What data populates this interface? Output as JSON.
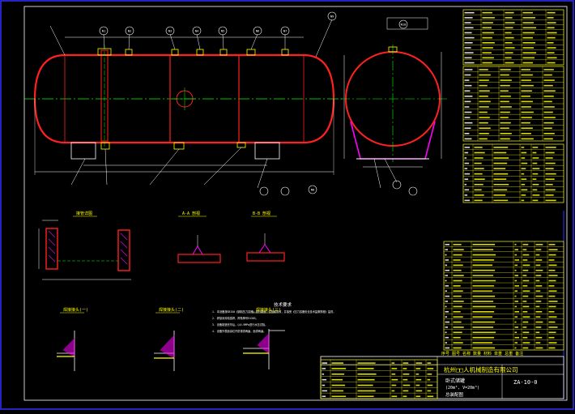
{
  "title_block": {
    "company": "杭州□□人机械制造有限公司",
    "product": "卧式储罐",
    "spec": "(20m³, V=20m³)",
    "drawing_type": "总装配图",
    "drawing_no": "ZA-10-0",
    "label_row": "序号  图号  名称  数量  材料  单重  总重  备注"
  },
  "section_labels": {
    "left_detail": "接管详图",
    "section_a": "A-A 剖视",
    "section_b": "B-B 剖视",
    "weld_1": "焊接接头(一)",
    "weld_2": "焊接接头(二)",
    "weld_3": "焊接接头(三)"
  },
  "notes": {
    "title": "技术要求",
    "lines": [
      "1. 本设备按GB150《钢制压力容器》进行制造、试验和验收，并接受《压力容器安全技术监察规程》监督。",
      "2. 焊接采用电弧焊，焊条牌号E4303。",
      "3. 设备制造完毕后，以0.9MPa进行水压试验。",
      "4. 设备外表面涂红丹防锈漆两遍，面漆两遍。"
    ]
  },
  "nozzle_tags": [
    "N1",
    "N2",
    "N3",
    "N4",
    "N5",
    "N6",
    "N7",
    "N8",
    "N9",
    "N10"
  ],
  "colors": {
    "background": "#000000",
    "vessel": "#ff2020",
    "centerline": "#00ff00",
    "dimension": "#ffffff",
    "frame": "#3030ff",
    "table_text": "#ffff00",
    "accent": "#ff00ff",
    "tag": "#00ffff"
  }
}
